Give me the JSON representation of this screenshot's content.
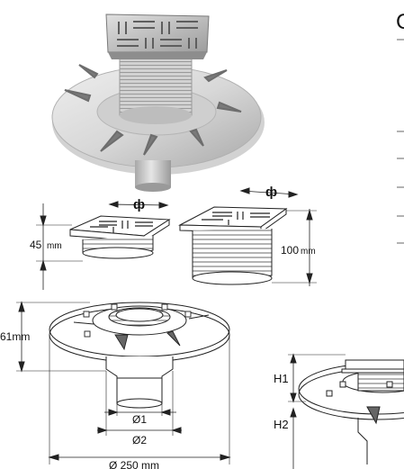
{
  "dimensions": {
    "height_small": "45",
    "height_small_unit": "mm",
    "height_large": "100",
    "height_large_unit": "mm",
    "base_height": "61mm",
    "diameter_inner": "Ø1",
    "diameter_outer": "Ø2",
    "diameter_flange": "Ø 250 mm",
    "h1": "H1",
    "h2": "H2",
    "phi_symbol": "ф"
  },
  "header": {
    "clipped_letter": "C"
  }
}
